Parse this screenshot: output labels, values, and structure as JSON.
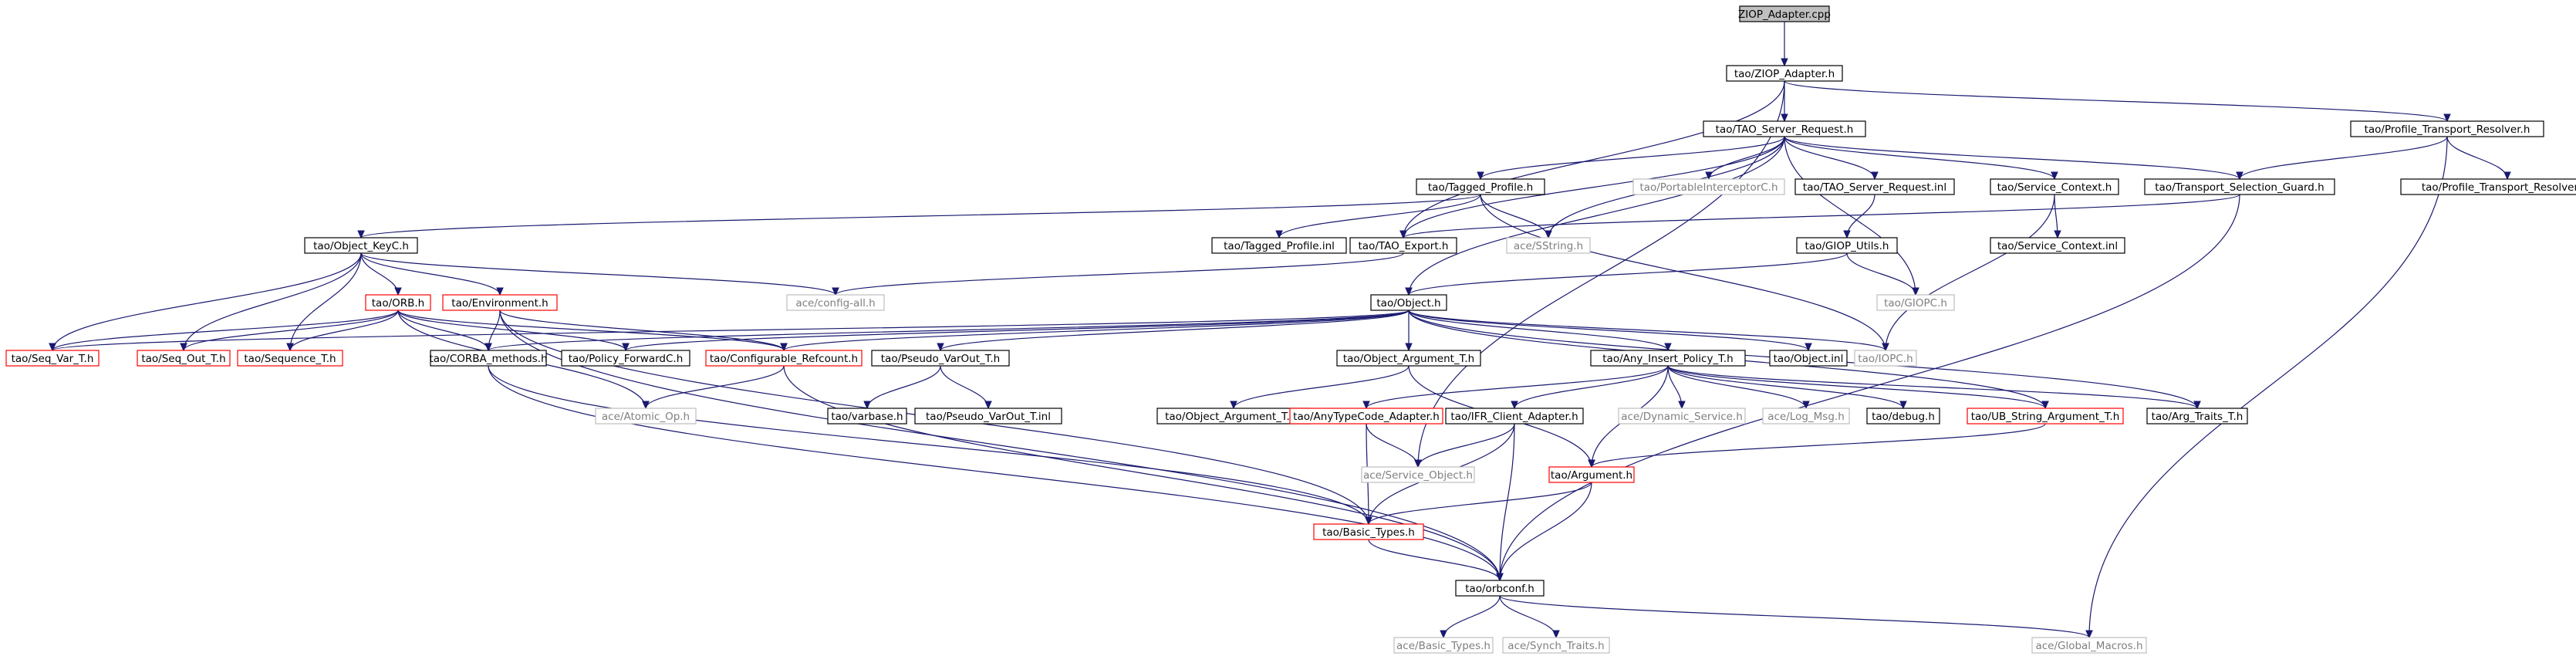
{
  "graph": {
    "colors": {
      "root_fill": "#bfbfbf",
      "root_stroke": "#000000",
      "normal_stroke": "#000000",
      "linked_stroke": "#ff0000",
      "missing_stroke": "#bfbfbf",
      "missing_text": "#7f7f7f",
      "edge": "#191970"
    },
    "nodes": [
      {
        "id": "n0",
        "label": "ZIOP_Adapter.cpp",
        "kind": "root"
      },
      {
        "id": "n1",
        "label": "tao/ZIOP_Adapter.h",
        "kind": "normal"
      },
      {
        "id": "n2",
        "label": "tao/TAO_Server_Request.h",
        "kind": "normal"
      },
      {
        "id": "n3",
        "label": "tao/Profile_Transport_Resolver.h",
        "kind": "normal"
      },
      {
        "id": "n4",
        "label": "tao/Tagged_Profile.h",
        "kind": "normal"
      },
      {
        "id": "n5",
        "label": "tao/PortableInterceptorC.h",
        "kind": "missing"
      },
      {
        "id": "n6",
        "label": "tao/TAO_Server_Request.inl",
        "kind": "normal"
      },
      {
        "id": "n7",
        "label": "tao/Service_Context.h",
        "kind": "normal"
      },
      {
        "id": "n8",
        "label": "tao/Transport_Selection_Guard.h",
        "kind": "normal"
      },
      {
        "id": "n9",
        "label": "tao/Profile_Transport_Resolver.inl",
        "kind": "normal"
      },
      {
        "id": "n10",
        "label": "tao/Object_KeyC.h",
        "kind": "normal"
      },
      {
        "id": "n11",
        "label": "tao/Tagged_Profile.inl",
        "kind": "normal"
      },
      {
        "id": "n12",
        "label": "tao/TAO_Export.h",
        "kind": "normal"
      },
      {
        "id": "n13",
        "label": "ace/SString.h",
        "kind": "missing"
      },
      {
        "id": "n14",
        "label": "tao/GIOP_Utils.h",
        "kind": "normal"
      },
      {
        "id": "n15",
        "label": "tao/Service_Context.inl",
        "kind": "normal"
      },
      {
        "id": "n16",
        "label": "ace/config-all.h",
        "kind": "missing"
      },
      {
        "id": "n17",
        "label": "tao/GIOPC.h",
        "kind": "missing"
      },
      {
        "id": "n18",
        "label": "tao/ORB.h",
        "kind": "linked"
      },
      {
        "id": "n19",
        "label": "tao/Environment.h",
        "kind": "linked"
      },
      {
        "id": "n20",
        "label": "tao/Object.h",
        "kind": "normal"
      },
      {
        "id": "n21",
        "label": "tao/Seq_Var_T.h",
        "kind": "linked"
      },
      {
        "id": "n22",
        "label": "tao/Seq_Out_T.h",
        "kind": "linked"
      },
      {
        "id": "n23",
        "label": "tao/Sequence_T.h",
        "kind": "linked"
      },
      {
        "id": "n24",
        "label": "tao/CORBA_methods.h",
        "kind": "normal"
      },
      {
        "id": "n25",
        "label": "tao/Policy_ForwardC.h",
        "kind": "normal"
      },
      {
        "id": "n26",
        "label": "tao/Configurable_Refcount.h",
        "kind": "linked"
      },
      {
        "id": "n27",
        "label": "tao/Pseudo_VarOut_T.h",
        "kind": "normal"
      },
      {
        "id": "n28",
        "label": "tao/IOPC.h",
        "kind": "missing"
      },
      {
        "id": "n29",
        "label": "tao/Object_Argument_T.h",
        "kind": "normal"
      },
      {
        "id": "n30",
        "label": "tao/Any_Insert_Policy_T.h",
        "kind": "normal"
      },
      {
        "id": "n31",
        "label": "tao/Object.inl",
        "kind": "normal"
      },
      {
        "id": "n32",
        "label": "ace/Atomic_Op.h",
        "kind": "missing"
      },
      {
        "id": "n33",
        "label": "tao/varbase.h",
        "kind": "normal"
      },
      {
        "id": "n34",
        "label": "tao/Pseudo_VarOut_T.inl",
        "kind": "normal"
      },
      {
        "id": "n35",
        "label": "tao/Object_Argument_T.inl",
        "kind": "normal"
      },
      {
        "id": "n36",
        "label": "tao/AnyTypeCode_Adapter.h",
        "kind": "linked"
      },
      {
        "id": "n37",
        "label": "tao/IFR_Client_Adapter.h",
        "kind": "normal"
      },
      {
        "id": "n38",
        "label": "ace/Dynamic_Service.h",
        "kind": "missing"
      },
      {
        "id": "n39",
        "label": "ace/Log_Msg.h",
        "kind": "missing"
      },
      {
        "id": "n40",
        "label": "tao/debug.h",
        "kind": "normal"
      },
      {
        "id": "n41",
        "label": "tao/UB_String_Argument_T.h",
        "kind": "linked"
      },
      {
        "id": "n42",
        "label": "tao/Arg_Traits_T.h",
        "kind": "normal"
      },
      {
        "id": "n43",
        "label": "ace/Service_Object.h",
        "kind": "missing"
      },
      {
        "id": "n44",
        "label": "tao/Argument.h",
        "kind": "linked"
      },
      {
        "id": "n45",
        "label": "tao/Basic_Types.h",
        "kind": "linked"
      },
      {
        "id": "n46",
        "label": "tao/orbconf.h",
        "kind": "normal"
      },
      {
        "id": "n47",
        "label": "ace/Basic_Types.h",
        "kind": "missing"
      },
      {
        "id": "n48",
        "label": "ace/Synch_Traits.h",
        "kind": "missing"
      },
      {
        "id": "n49",
        "label": "ace/Global_Macros.h",
        "kind": "missing"
      }
    ],
    "edges": [
      [
        "n0",
        "n1"
      ],
      [
        "n1",
        "n2"
      ],
      [
        "n1",
        "n3"
      ],
      [
        "n1",
        "n12"
      ],
      [
        "n1",
        "n43"
      ],
      [
        "n2",
        "n4"
      ],
      [
        "n2",
        "n5"
      ],
      [
        "n2",
        "n6"
      ],
      [
        "n2",
        "n7"
      ],
      [
        "n2",
        "n8"
      ],
      [
        "n2",
        "n13"
      ],
      [
        "n2",
        "n20"
      ],
      [
        "n2",
        "n17"
      ],
      [
        "n2",
        "n12"
      ],
      [
        "n3",
        "n8"
      ],
      [
        "n3",
        "n9"
      ],
      [
        "n3",
        "n49"
      ],
      [
        "n4",
        "n10"
      ],
      [
        "n4",
        "n11"
      ],
      [
        "n4",
        "n13"
      ],
      [
        "n4",
        "n28"
      ],
      [
        "n6",
        "n14"
      ],
      [
        "n7",
        "n15"
      ],
      [
        "n7",
        "n28"
      ],
      [
        "n8",
        "n12"
      ],
      [
        "n8",
        "n46"
      ],
      [
        "n10",
        "n16"
      ],
      [
        "n10",
        "n18"
      ],
      [
        "n10",
        "n19"
      ],
      [
        "n10",
        "n21"
      ],
      [
        "n10",
        "n22"
      ],
      [
        "n10",
        "n23"
      ],
      [
        "n12",
        "n16"
      ],
      [
        "n14",
        "n20"
      ],
      [
        "n14",
        "n17"
      ],
      [
        "n18",
        "n21"
      ],
      [
        "n18",
        "n22"
      ],
      [
        "n18",
        "n23"
      ],
      [
        "n18",
        "n24"
      ],
      [
        "n18",
        "n25"
      ],
      [
        "n18",
        "n26"
      ],
      [
        "n18",
        "n32"
      ],
      [
        "n19",
        "n24"
      ],
      [
        "n19",
        "n26"
      ],
      [
        "n19",
        "n45"
      ],
      [
        "n19",
        "n46"
      ],
      [
        "n20",
        "n24"
      ],
      [
        "n20",
        "n25"
      ],
      [
        "n20",
        "n26"
      ],
      [
        "n20",
        "n27"
      ],
      [
        "n20",
        "n28"
      ],
      [
        "n20",
        "n29"
      ],
      [
        "n20",
        "n30"
      ],
      [
        "n20",
        "n31"
      ],
      [
        "n20",
        "n42"
      ],
      [
        "n20",
        "n21"
      ],
      [
        "n20",
        "n41"
      ],
      [
        "n24",
        "n45"
      ],
      [
        "n24",
        "n46"
      ],
      [
        "n26",
        "n32"
      ],
      [
        "n26",
        "n46"
      ],
      [
        "n27",
        "n33"
      ],
      [
        "n27",
        "n34"
      ],
      [
        "n29",
        "n35"
      ],
      [
        "n29",
        "n44"
      ],
      [
        "n30",
        "n36"
      ],
      [
        "n30",
        "n37"
      ],
      [
        "n30",
        "n38"
      ],
      [
        "n30",
        "n39"
      ],
      [
        "n30",
        "n40"
      ],
      [
        "n30",
        "n41"
      ],
      [
        "n30",
        "n42"
      ],
      [
        "n30",
        "n44"
      ],
      [
        "n36",
        "n43"
      ],
      [
        "n36",
        "n45"
      ],
      [
        "n37",
        "n43"
      ],
      [
        "n37",
        "n45"
      ],
      [
        "n37",
        "n46"
      ],
      [
        "n41",
        "n44"
      ],
      [
        "n44",
        "n45"
      ],
      [
        "n44",
        "n46"
      ],
      [
        "n45",
        "n46"
      ],
      [
        "n46",
        "n47"
      ],
      [
        "n46",
        "n48"
      ],
      [
        "n46",
        "n49"
      ]
    ]
  }
}
